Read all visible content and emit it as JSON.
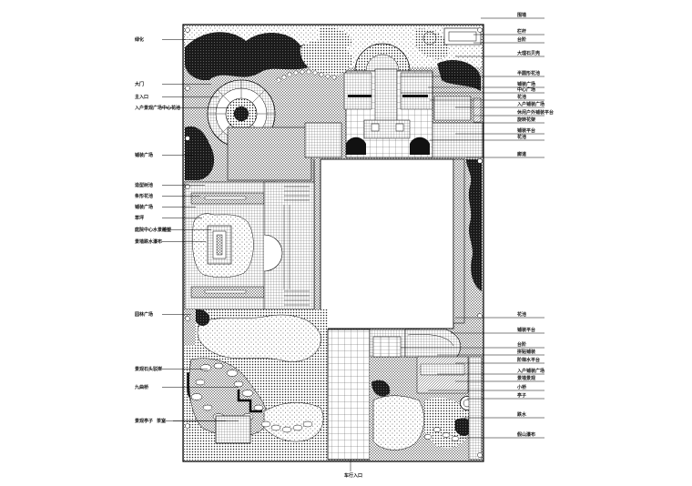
{
  "plan": {
    "labels_left": [
      "绿化",
      "大门",
      "主入口",
      "入户景观广场中心花池",
      "铺装广场",
      "造型树池",
      "条形花池",
      "铺装广场",
      "草坪",
      "庭院中心水景雕塑",
      "景墙跌水瀑布",
      "园林广场",
      "景观石头驳岸",
      "九曲桥",
      "景观亭子",
      "茶室"
    ],
    "labels_right": [
      "围墙",
      "栏杆",
      "台阶",
      "大理石贝壳",
      "半圆形花池",
      "铺装广场",
      "中心广场",
      "花池",
      "入户铺装广场",
      "休闲户外铺装平台",
      "旋转花架",
      "铺装平台",
      "花池",
      "廊道",
      "花池",
      "铺装平台",
      "台阶",
      "拼贴铺装",
      "阶梯水平台",
      "入户铺装广场",
      "景墙景观",
      "小桥",
      "亭子",
      "跌水",
      "假山瀑布"
    ],
    "label_bottom": "车行入口"
  }
}
